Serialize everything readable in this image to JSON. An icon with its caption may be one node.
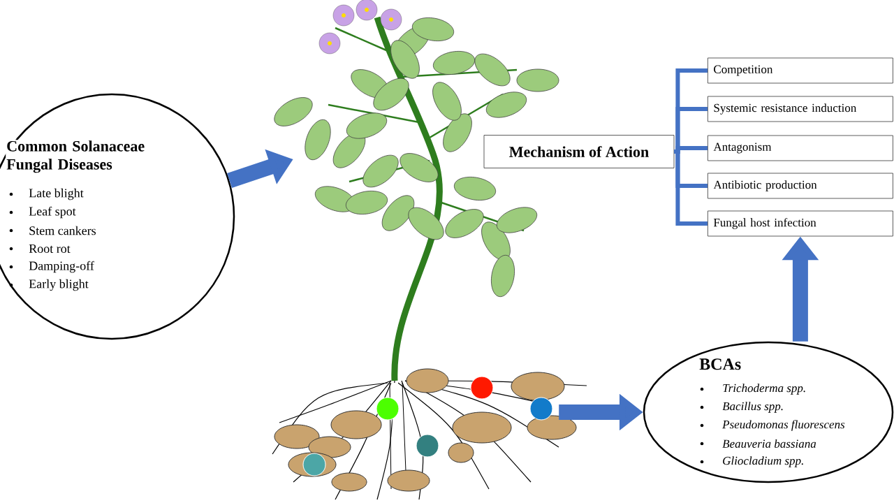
{
  "diagram": {
    "nodes": [
      {
        "text": [
          "Common Solanaceae Fungal Diseases",
          "Late blight",
          "Leaf spot",
          "Stem cankers",
          "Root rot",
          "Damping-off",
          "Early blight"
        ]
      },
      {
        "text": [],
        "shape": "picture"
      },
      {
        "text": [
          "Mechanism of Action"
        ]
      },
      {
        "text": [
          "Competition"
        ]
      },
      {
        "text": [
          "Systemic resistance induction"
        ]
      },
      {
        "text": [
          "Antagonism"
        ]
      },
      {
        "text": [
          "Antibiotic production"
        ]
      },
      {
        "text": [
          "Fungal host infection"
        ]
      },
      {
        "text": [
          "BCAs",
          "Trichoderma spp.",
          "Bacillus spp.",
          "Pseudomonas fluorescens",
          "Beauveria bassiana",
          "Gliocladium spp."
        ]
      }
    ],
    "edges": [
      {
        "from": 0,
        "to": 1,
        "arrow": "to",
        "style": "thick"
      },
      {
        "from": 1,
        "to": 8,
        "arrow": "to",
        "style": "thick"
      },
      {
        "from": 8,
        "to": 7,
        "arrow": "to",
        "style": "thick"
      },
      {
        "from": 2,
        "to": 3,
        "arrow": "none"
      },
      {
        "from": 2,
        "to": 4,
        "arrow": "none"
      },
      {
        "from": 2,
        "to": 5,
        "arrow": "none"
      },
      {
        "from": 2,
        "to": 6,
        "arrow": "none"
      },
      {
        "from": 2,
        "to": 7,
        "arrow": "none"
      }
    ]
  }
}
